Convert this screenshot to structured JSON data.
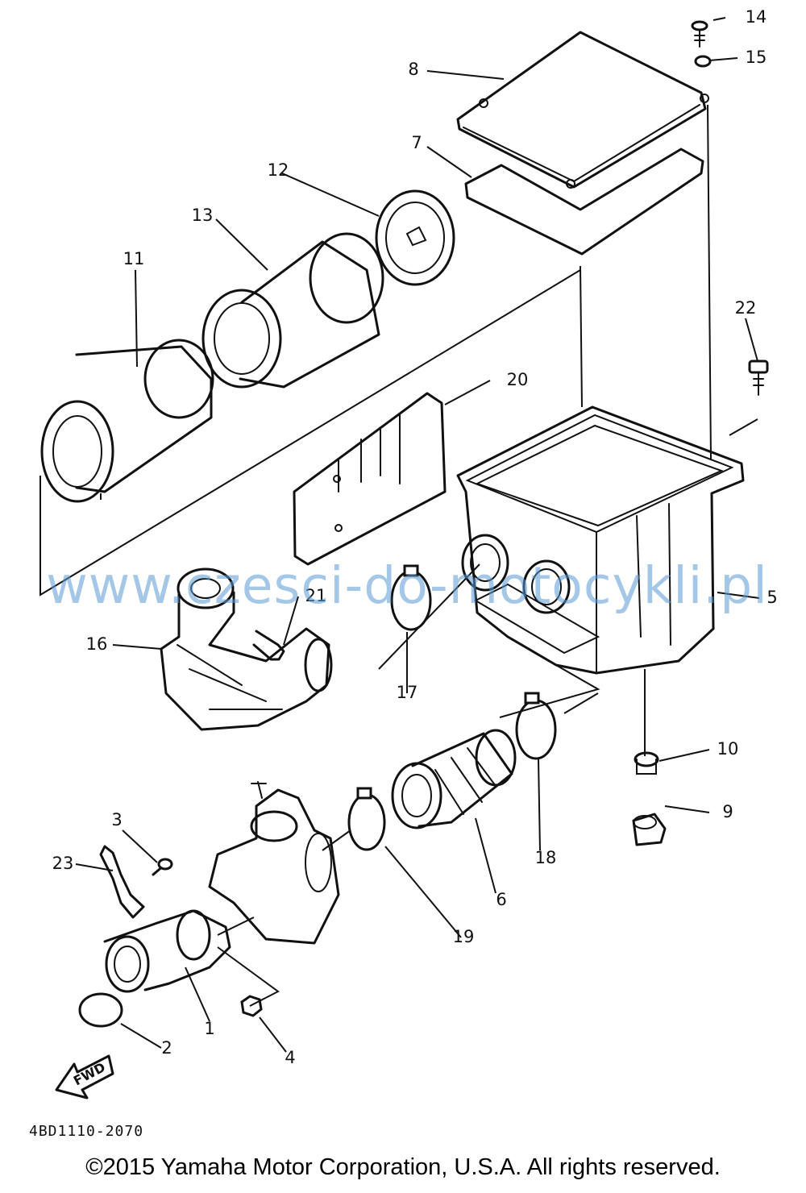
{
  "diagram": {
    "callouts": [
      "1",
      "2",
      "3",
      "4",
      "5",
      "6",
      "7",
      "8",
      "9",
      "10",
      "11",
      "12",
      "13",
      "14",
      "15",
      "16",
      "17",
      "18",
      "19",
      "20",
      "21",
      "22",
      "23"
    ],
    "fwd_label": "FWD",
    "catalog_code": "4BD1110-2070",
    "watermark": "www.czesci-do-motocykli.pl",
    "copyright": "©2015 Yamaha Motor Corporation, U.S.A. All rights reserved."
  }
}
